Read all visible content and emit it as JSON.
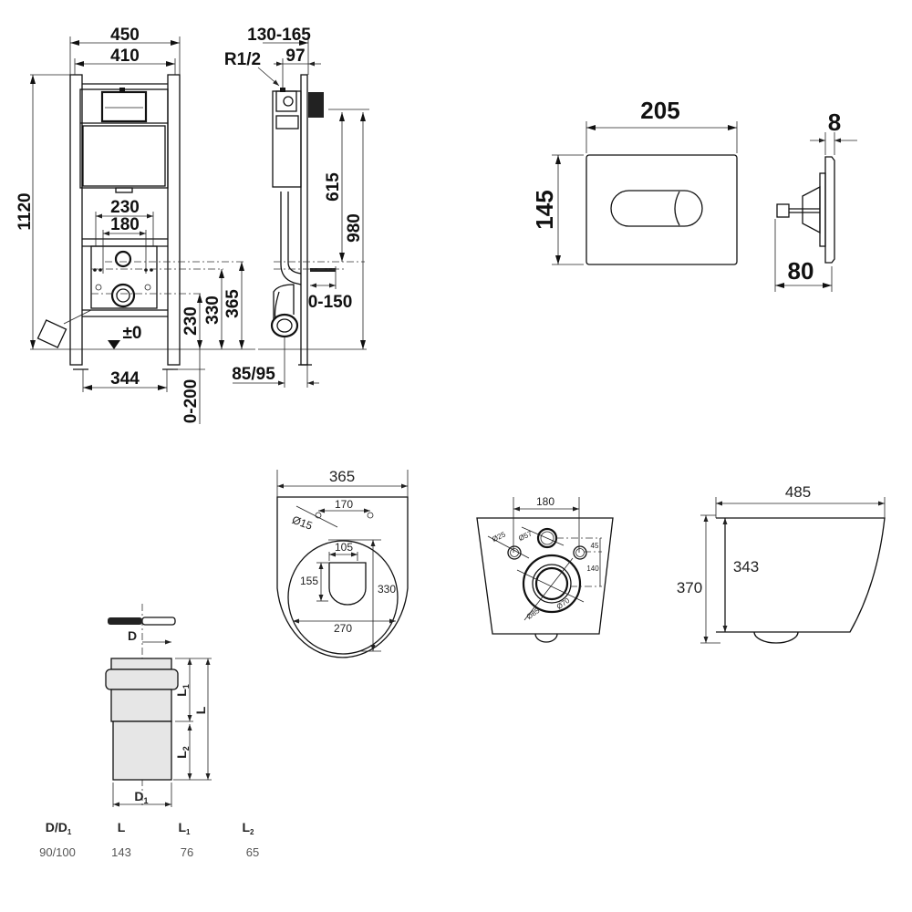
{
  "frame_front": {
    "width_outer": "450",
    "width_inner": "410",
    "height": "1120",
    "flush_spacing_outer": "230",
    "flush_spacing_inner": "180",
    "h_230": "230",
    "h_330": "330",
    "h_365": "365",
    "floor": "±0",
    "feet_spacing": "344",
    "foot_adjust": "0-200"
  },
  "frame_side": {
    "depth": "130-165",
    "depth_inner": "97",
    "connection": "R1/2",
    "h_615": "615",
    "h_980": "980",
    "drain_adjust": "0-150",
    "pipe_offset": "85/95"
  },
  "flush_plate": {
    "width": "205",
    "height": "145",
    "thickness": "8",
    "depth": "80"
  },
  "toilet_top": {
    "width": "365",
    "hole_spacing": "170",
    "hole_diameter": "Ø15",
    "opening_width": "105",
    "opening_length": "155",
    "seat_length": "330",
    "seat_width": "270"
  },
  "toilet_back": {
    "bolt_spacing": "180",
    "bolt_diameter": "Ø25",
    "inlet_diameter": "Ø57",
    "inlet_offset": "45",
    "drain_offset": "140",
    "drain_inner": "Ø70",
    "drain_outer": "Ø85"
  },
  "toilet_side": {
    "length": "485",
    "height": "370",
    "rim_height": "343"
  },
  "pipe": {
    "labels": {
      "D": "D",
      "D1_main": "D",
      "D1_sub": "1",
      "L": "L",
      "L1_main": "L",
      "L1_sub": "1",
      "L2_main": "L",
      "L2_sub": "2"
    },
    "table": {
      "headers": [
        {
          "main": "D/D",
          "sub": "1"
        },
        {
          "main": "L",
          "sub": ""
        },
        {
          "main": "L",
          "sub": "1"
        },
        {
          "main": "L",
          "sub": "2"
        }
      ],
      "values": [
        "90/100",
        "143",
        "76",
        "65"
      ]
    }
  }
}
